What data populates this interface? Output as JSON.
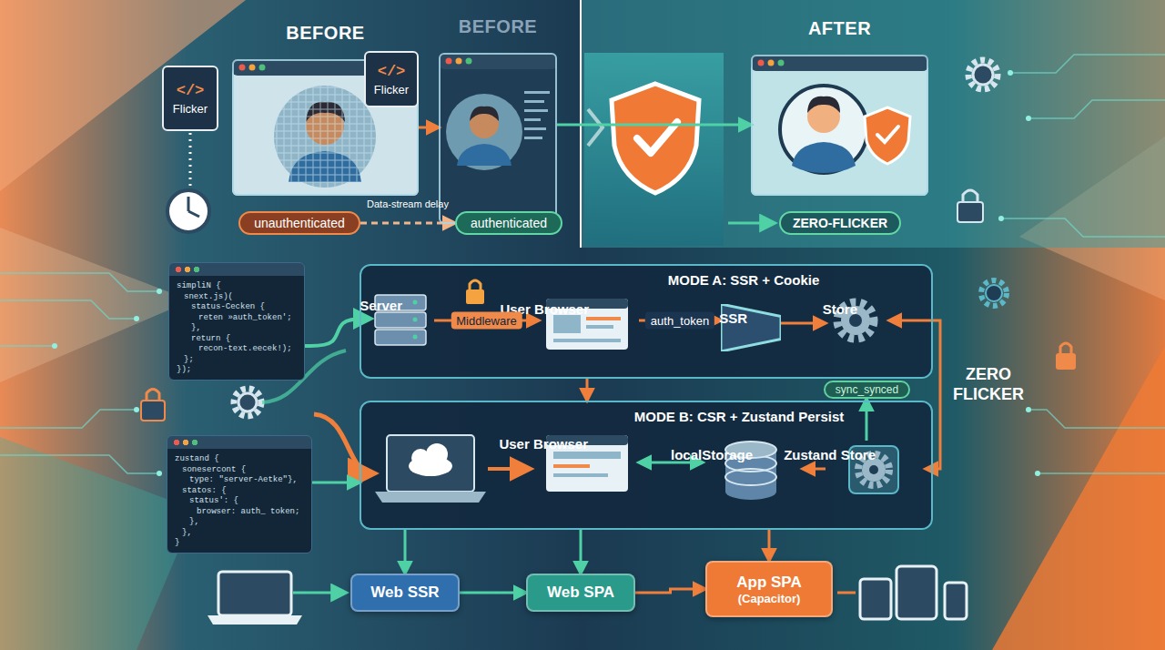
{
  "diagram": {
    "nodes": [
      {
        "text": [
          "BEFORE"
        ]
      },
      {
        "text": [
          "</>",
          "Flicker"
        ]
      },
      {
        "text": [
          "BEFORE"
        ]
      },
      {
        "text": [
          "</>",
          "Flicker"
        ]
      },
      {
        "text": [
          "AFTER"
        ]
      },
      {
        "text": [
          "unauthenticated"
        ]
      },
      {
        "text": [
          "authenticated"
        ]
      },
      {
        "text": [
          "ZERO-FLICKER"
        ]
      },
      {
        "text": [
          "simpliN {",
          "snext.js)(",
          "status-Cecken {",
          "reten »auth_token';",
          "},",
          "return {",
          "recon-text.eecek!);",
          "};",
          "});"
        ]
      },
      {
        "text": [
          "zustand {",
          "sonesercont {",
          "type: \"server-Aetke\"},",
          "statos: {",
          "status': {",
          "browser: auth_ token;",
          "},",
          "},",
          "}"
        ]
      },
      {
        "text": [
          "MODE A: SSR + Cookie"
        ]
      },
      {
        "text": [
          "Server"
        ],
        "in": 10
      },
      {
        "text": [
          "User Browser"
        ],
        "in": 10
      },
      {
        "text": [
          "SSR"
        ],
        "in": 10
      },
      {
        "text": [
          "Store"
        ],
        "in": 10
      },
      {
        "text": [
          "sync_synced"
        ]
      },
      {
        "text": [
          "MODE B: CSR + Zustand Persist"
        ]
      },
      {
        "text": [
          "User Browser"
        ],
        "in": 16
      },
      {
        "text": [
          "localStorage"
        ],
        "in": 16
      },
      {
        "text": [
          "Zustand Store"
        ],
        "in": 16
      },
      {
        "text": [
          "Web SSR"
        ]
      },
      {
        "text": [
          "Web SPA"
        ]
      },
      {
        "text": [
          "App SPA",
          "(Capacitor)"
        ]
      }
    ],
    "edges": [
      {
        "from": 0,
        "to": 2,
        "arrow": "to"
      },
      {
        "from": 5,
        "to": 6,
        "label": "Data-stream delay",
        "arrow": "to"
      },
      {
        "from": 2,
        "to": 4,
        "arrow": "to"
      },
      {
        "from": 8,
        "to": 11,
        "arrow": "to"
      },
      {
        "from": 11,
        "to": 12,
        "label": "Middleware",
        "arrow": "to"
      },
      {
        "from": 12,
        "to": 13,
        "label": "auth_token",
        "arrow": "to"
      },
      {
        "from": 13,
        "to": 14,
        "arrow": "to"
      },
      {
        "from": 12,
        "to": 16,
        "arrow": "to"
      },
      {
        "from": 14,
        "to": 19,
        "arrow": "both"
      },
      {
        "from": 19,
        "to": 15,
        "arrow": "to"
      },
      {
        "from": 17,
        "to": 18,
        "arrow": "both"
      },
      {
        "from": 19,
        "to": 18,
        "arrow": "to"
      },
      {
        "from": 9,
        "to": 16,
        "arrow": "to"
      },
      {
        "from": 16,
        "to": 20,
        "arrow": "to"
      },
      {
        "from": 16,
        "to": 21,
        "arrow": "to"
      },
      {
        "from": 16,
        "to": 22,
        "arrow": "to"
      },
      {
        "from": 20,
        "to": 21,
        "arrow": "to"
      },
      {
        "from": 21,
        "to": 22,
        "arrow": "to"
      }
    ],
    "labels": [
      "ZERO FLICKER"
    ]
  }
}
